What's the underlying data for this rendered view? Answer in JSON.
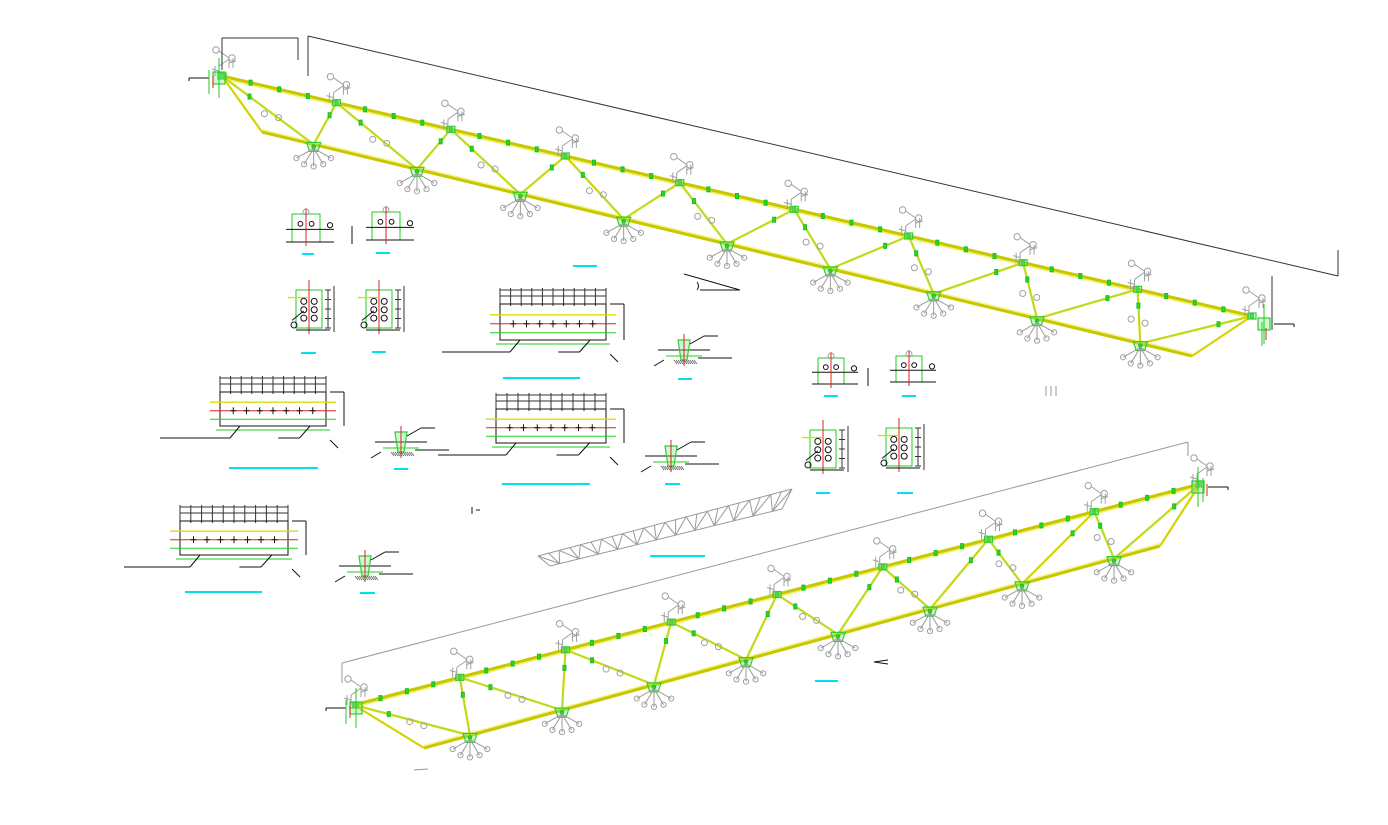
{
  "drawing": {
    "type": "steel truss shop drawing",
    "visible_text": [],
    "colors": {
      "chord": "#c8c800",
      "web": "#d4d400",
      "gusset": "#33cc33",
      "bolt": "#22dd22",
      "dimension": "#333333",
      "callout": "#a0a0a0",
      "detail_title_bar": "#00e0f0",
      "centerline": "#dd2222"
    },
    "views": [
      "upper-inclined-truss-elevation",
      "lower-inclined-truss-elevation",
      "small-truss-key-plan",
      "node-details",
      "section-details"
    ]
  }
}
